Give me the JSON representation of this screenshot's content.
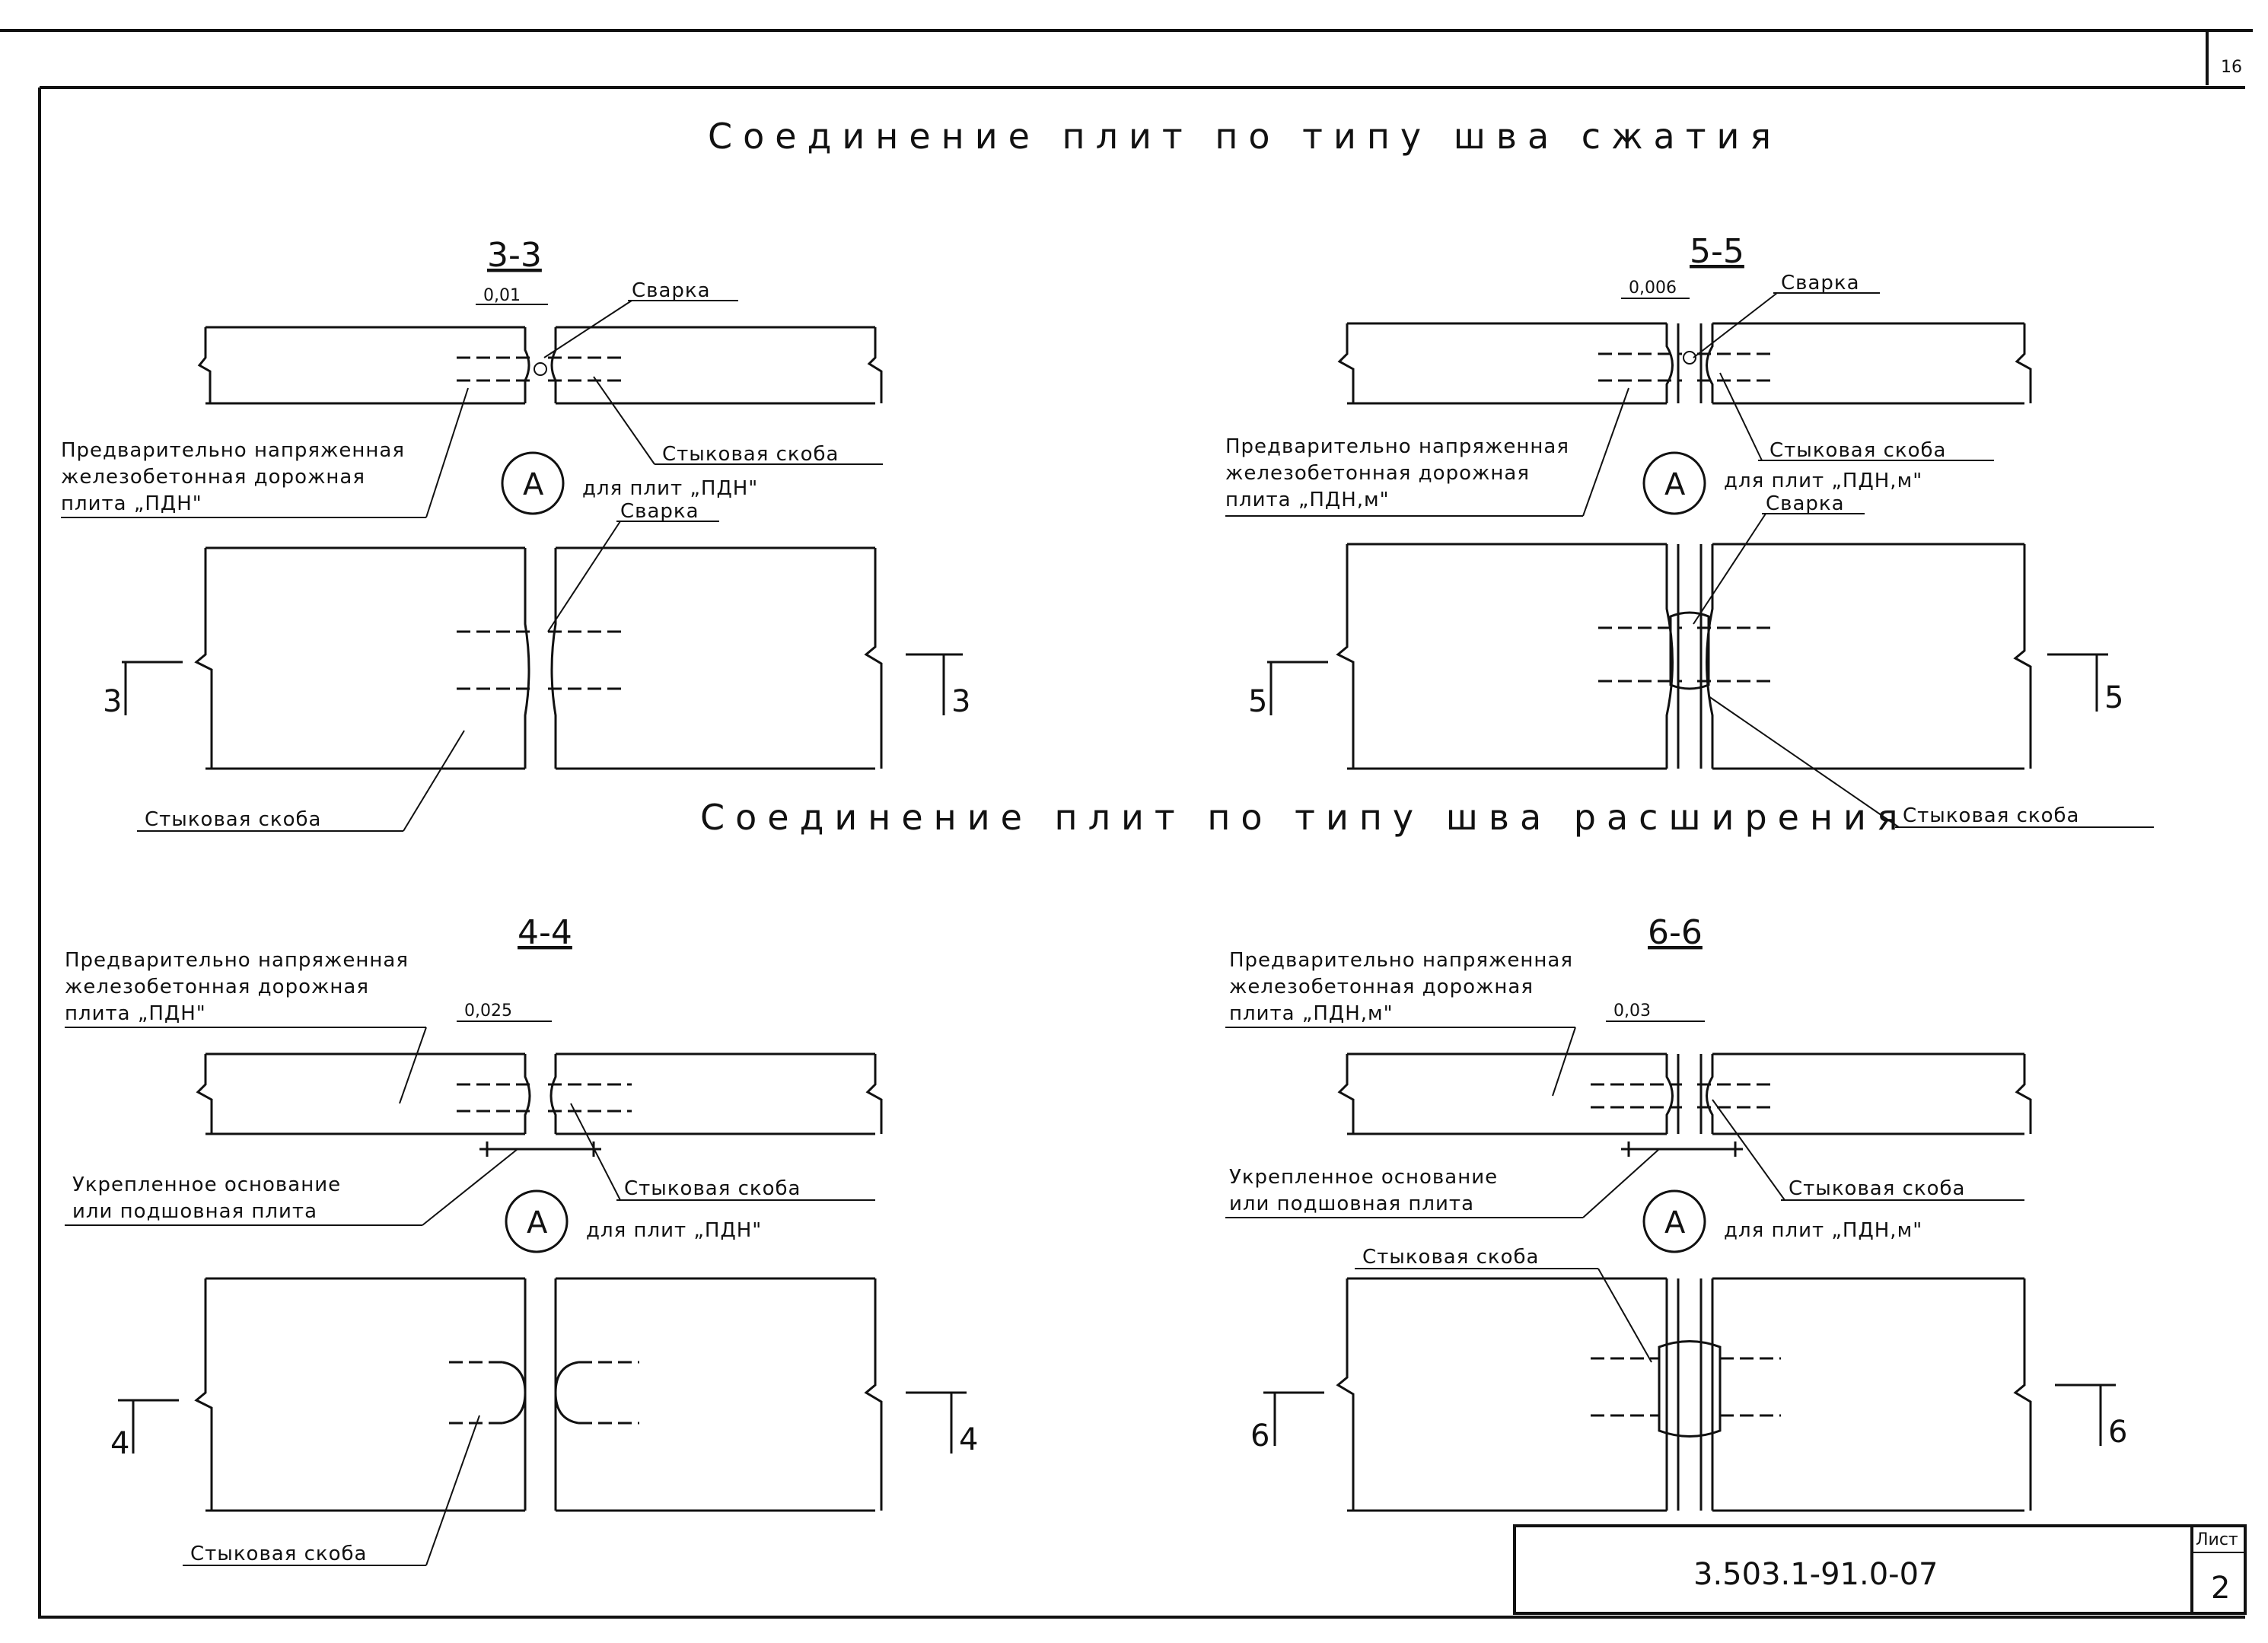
{
  "titles": {
    "compression": "Соединение плит по типу шва сжатия",
    "expansion": "Соединение плит по типу шва расширения"
  },
  "views": [
    {
      "section": "3-3",
      "gap": "0,01",
      "weld": "Сварка",
      "weld2": "Сварка",
      "slab_label": [
        "Предварительно напряженная",
        "железобетонная дорожная",
        "плита „ПДН\""
      ],
      "bracket_top": "Стыковая скоба",
      "bracket_bottom": "Стыковая скоба",
      "node": "А",
      "node_caption": "для плит „ПДН\"",
      "mark": "3"
    },
    {
      "section": "5-5",
      "gap": "0,006",
      "weld": "Сварка",
      "weld2": "Сварка",
      "slab_label": [
        "Предварительно напряженная",
        "железобетонная дорожная",
        "плита „ПДН,м\""
      ],
      "bracket_top": "Стыковая скоба",
      "bracket_bottom": "Стыковая скоба",
      "node": "А",
      "node_caption": "для плит „ПДН,м\"",
      "mark": "5"
    },
    {
      "section": "4-4",
      "gap": "0,025",
      "slab_label": [
        "Предварительно напряженная",
        "железобетонная дорожная",
        "плита „ПДН\""
      ],
      "base_label": [
        "Укрепленное основание",
        "или подшовная плита"
      ],
      "bracket_top": "Стыковая скоба",
      "bracket_bottom": "Стыковая скоба",
      "node": "А",
      "node_caption": "для плит „ПДН\"",
      "mark": "4"
    },
    {
      "section": "6-6",
      "gap": "0,03",
      "slab_label": [
        "Предварительно напряженная",
        "железобетонная дорожная",
        "плита „ПДН,м\""
      ],
      "base_label": [
        "Укрепленное основание",
        "или подшовная плита"
      ],
      "bracket_top": "Стыковая скоба",
      "bracket_bottom": "Стыковая скоба",
      "node": "А",
      "node_caption": "для плит „ПДН,м\"",
      "mark": "6"
    }
  ],
  "stamp": {
    "code": "3.503.1-91.0-07",
    "sheet_label": "Лист",
    "sheet_number": "2"
  },
  "corner_mark": "16"
}
